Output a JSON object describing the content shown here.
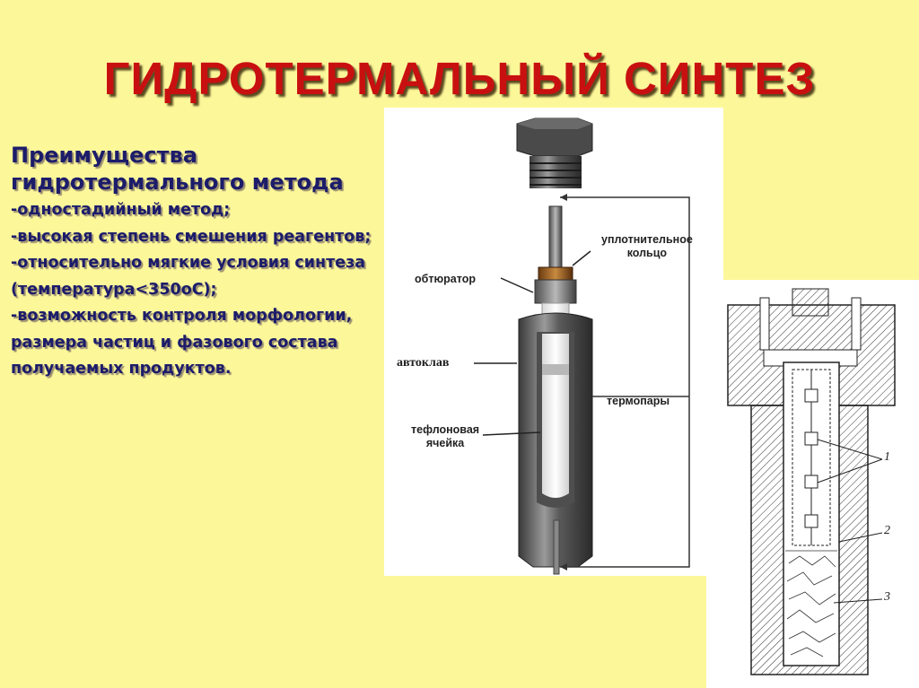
{
  "slide": {
    "title": "ГИДРОТЕРМАЛЬНЫЙ СИНТЕЗ",
    "colors": {
      "background": "#fcf89a",
      "title": "#c81010",
      "body_text": "#1c1c6a"
    }
  },
  "advantages": {
    "heading": "Преимущества гидротермального метода",
    "body": "-одностадийный метод;\n-высокая степень смешения реагентов;\n-относительно мягкие условия синтеза (температура<350oC);\n-возможность контроля морфологии, размера частиц и фазового состава получаемых продуктов."
  },
  "autoclave_photo": {
    "labels": {
      "seal_ring": "уплотнительное\nкольцо",
      "obturator": "обтюратор",
      "autoclave": "автоклав",
      "thermocouples": "термопары",
      "teflon_cell": "тефлоновая\nячейка"
    }
  },
  "cross_section": {
    "callouts": [
      "1",
      "2",
      "3"
    ]
  }
}
